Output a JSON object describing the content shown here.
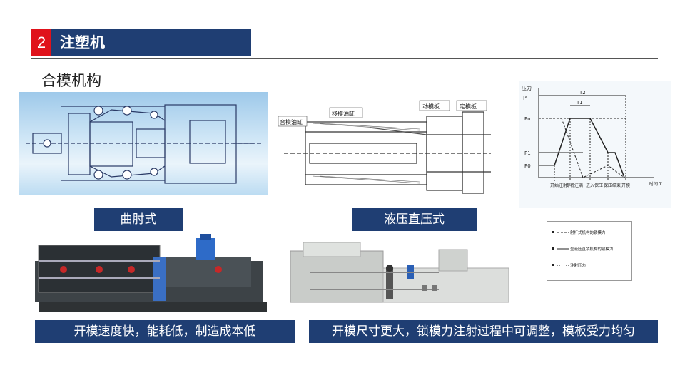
{
  "header": {
    "number": "2",
    "title": "注塑机"
  },
  "section_title": "合模机构",
  "panels": {
    "toggle_label": "曲肘式",
    "hydraulic_label": "液压直压式",
    "hydraulic_callouts": {
      "clamp_cyl": "合模油缸",
      "shift_cyl": "移模油缸",
      "moving_plate": "动模板",
      "fixed_plate": "定模板"
    },
    "pressure_chart": {
      "y_title": "压力",
      "y_symbol": "P",
      "p_n": "Pn",
      "p_1": "P1",
      "p_0": "P0",
      "t2": "T2",
      "t1": "T1",
      "x_title": "时间 T",
      "phases": [
        "开始注射",
        "即将注满",
        "进入保压",
        "保压结束",
        "开模"
      ]
    },
    "legend": [
      "射杆式机构的锁模力",
      "全液压直锁机构的锁模力",
      "注射压力"
    ],
    "toggle_caption": "开模速度快，能耗低，制造成本低",
    "hydraulic_caption": "开模尺寸更大，锁模力注射过程中可调整，模板受力均匀"
  }
}
